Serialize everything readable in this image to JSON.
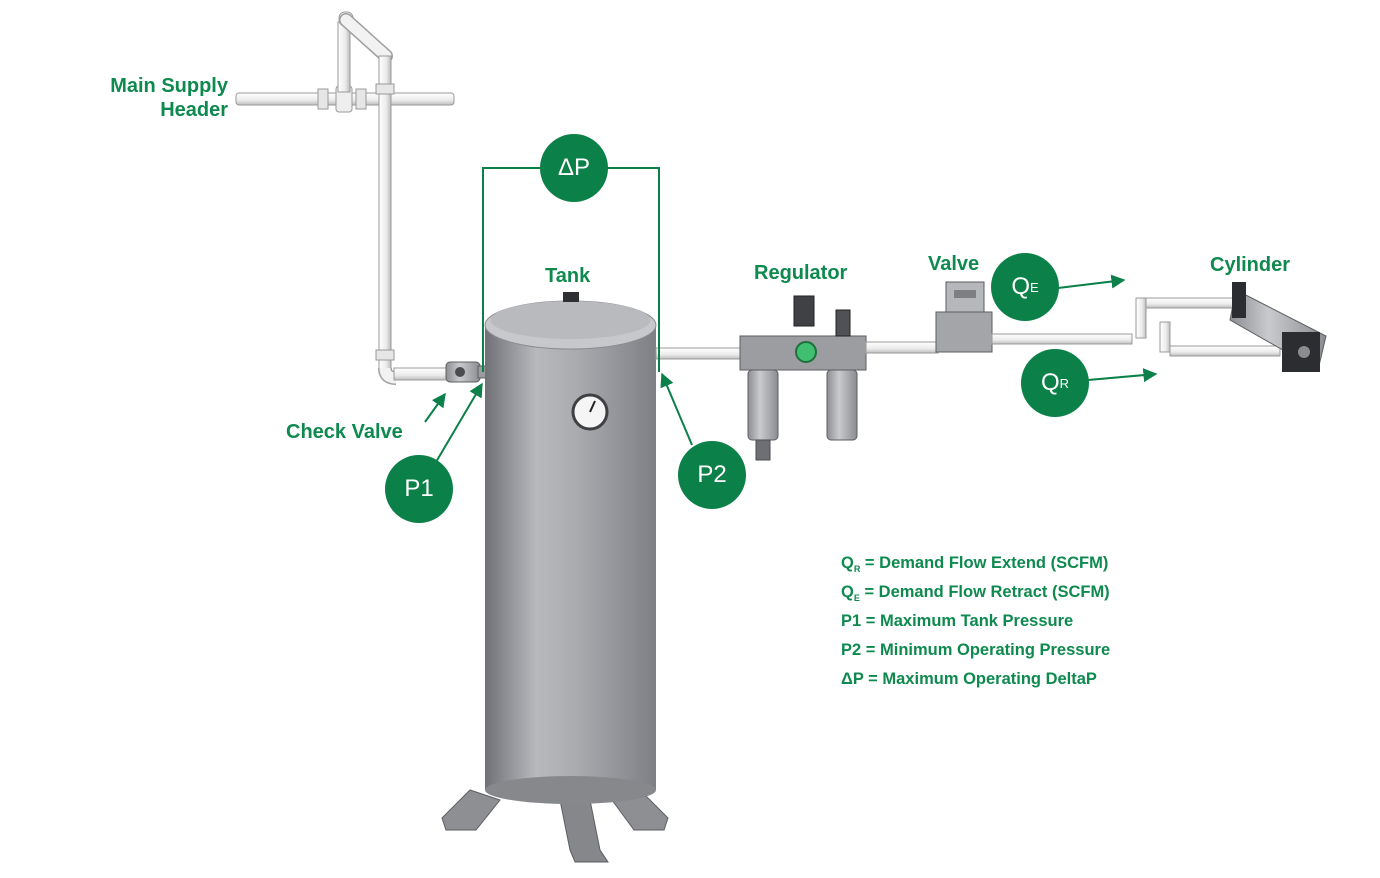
{
  "labels": {
    "main_supply_line1": "Main Supply",
    "main_supply_line2": "Header",
    "check_valve": "Check Valve",
    "tank": "Tank",
    "regulator": "Regulator",
    "valve": "Valve",
    "cylinder": "Cylinder"
  },
  "bubbles": {
    "delta_p": "ΔP",
    "p1": "P1",
    "p2": "P2",
    "qe_base": "Q",
    "qe_sub": "E",
    "qr_base": "Q",
    "qr_sub": "R"
  },
  "legend": [
    {
      "sym": "Q",
      "sub": "R",
      "text": " = Demand Flow Extend (SCFM)"
    },
    {
      "sym": "Q",
      "sub": "E",
      "text": " = Demand Flow Retract (SCFM)"
    },
    {
      "sym": "P1",
      "sub": "",
      "text": " = Maximum Tank Pressure"
    },
    {
      "sym": "P2",
      "sub": "",
      "text": " = Minimum Operating Pressure"
    },
    {
      "sym": "ΔP",
      "sub": "",
      "text": " = Maximum Operating DeltaP"
    }
  ],
  "colors": {
    "accent_green": "#0b8048",
    "label_green": "#0e8a4f",
    "tank_gray": "#a4a6aa",
    "pipe_white": "#f4f4f4"
  }
}
